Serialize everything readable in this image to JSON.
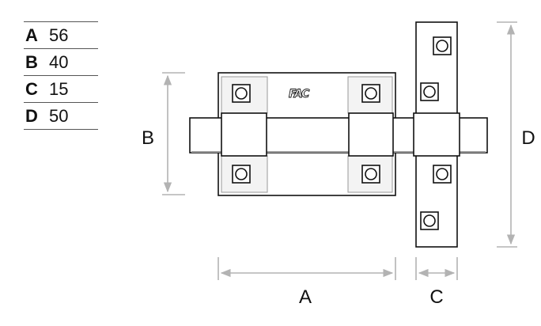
{
  "dimensions": [
    {
      "key": "A",
      "value": "56"
    },
    {
      "key": "B",
      "value": "40"
    },
    {
      "key": "C",
      "value": "15"
    },
    {
      "key": "D",
      "value": "50"
    }
  ],
  "labels": {
    "a": "A",
    "b": "B",
    "c": "C",
    "d": "D"
  },
  "logo": "FAC",
  "colors": {
    "line": "#111111",
    "dimension": "#b3b3b3",
    "shadow": "#9a9a9a"
  }
}
